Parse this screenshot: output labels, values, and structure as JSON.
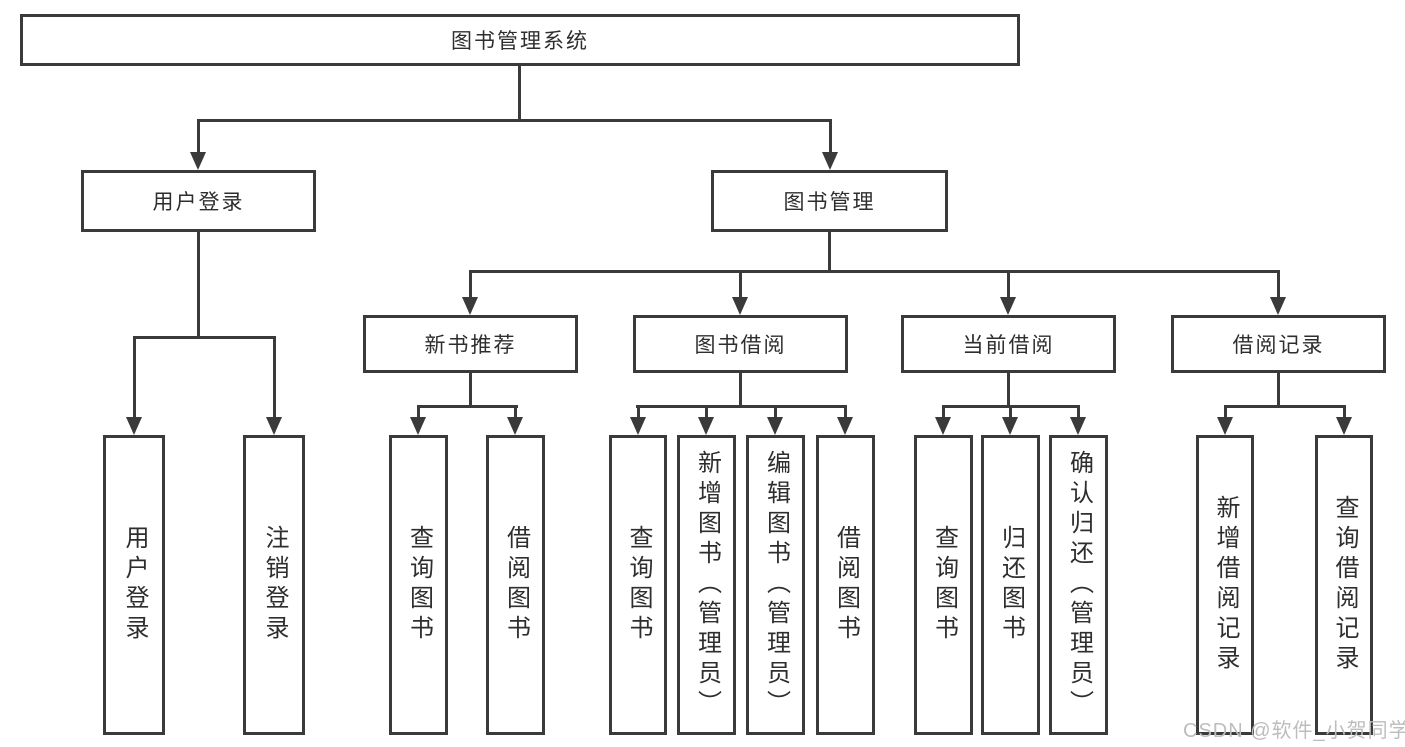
{
  "tree": {
    "root": {
      "label": "图书管理系统"
    },
    "level2": [
      {
        "label": "用户登录"
      },
      {
        "label": "图书管理"
      }
    ],
    "level3": [
      {
        "label": "新书推荐",
        "parent": "图书管理"
      },
      {
        "label": "图书借阅",
        "parent": "图书管理"
      },
      {
        "label": "当前借阅",
        "parent": "图书管理"
      },
      {
        "label": "借阅记录",
        "parent": "图书管理"
      }
    ],
    "leaves": [
      {
        "label": "用户登录",
        "parent": "用户登录"
      },
      {
        "label": "注销登录",
        "parent": "用户登录"
      },
      {
        "label": "查询图书",
        "parent": "新书推荐"
      },
      {
        "label": "借阅图书",
        "parent": "新书推荐"
      },
      {
        "label": "查询图书",
        "parent": "图书借阅"
      },
      {
        "label": "新增图书（管理员）",
        "parent": "图书借阅"
      },
      {
        "label": "编辑图书（管理员）",
        "parent": "图书借阅"
      },
      {
        "label": "借阅图书",
        "parent": "图书借阅"
      },
      {
        "label": "查询图书",
        "parent": "当前借阅"
      },
      {
        "label": "归还图书",
        "parent": "当前借阅"
      },
      {
        "label": "确认归还（管理员）",
        "parent": "当前借阅"
      },
      {
        "label": "新增借阅记录",
        "parent": "借阅记录"
      },
      {
        "label": "查询借阅记录",
        "parent": "借阅记录"
      }
    ]
  },
  "watermark": {
    "text": "CSDN @软件_小贺同学"
  },
  "colors": {
    "line": "#3a3a3a",
    "text": "#2e2e2e",
    "watermark": "#bdbdbd",
    "background": "#ffffff"
  }
}
